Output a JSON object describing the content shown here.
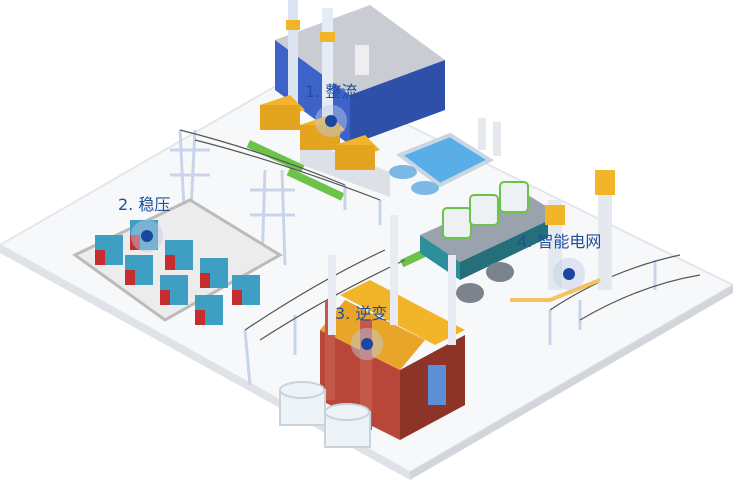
{
  "hotspots": [
    {
      "id": "rectify",
      "label": "1. 整流"
    },
    {
      "id": "stabilize",
      "label": "2. 稳压"
    },
    {
      "id": "invert",
      "label": "3. 逆变"
    },
    {
      "id": "smart-grid",
      "label": "4. 智能电网"
    }
  ],
  "colors": {
    "label": "#1f4e9c",
    "dot": "#1a47a0"
  }
}
